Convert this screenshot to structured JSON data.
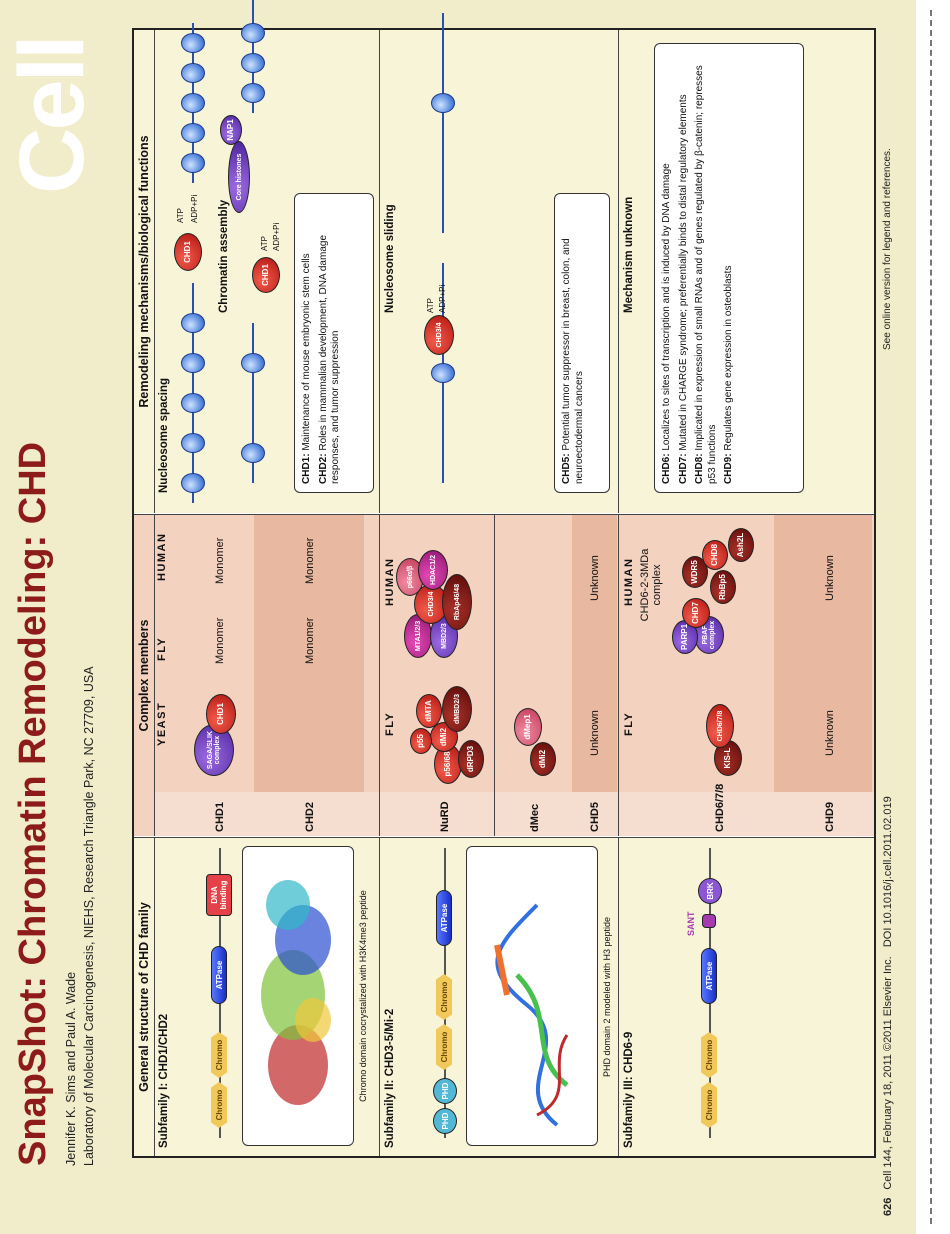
{
  "header": {
    "title": "SnapShot: Chromatin Remodeling: CHD",
    "authors": "Jennifer K. Sims and Paul A. Wade",
    "affiliation": "Laboratory of Molecular Carcinogenesis, NIEHS, Research Triangle Park, NC 27709, USA",
    "journal_logo": "Cell"
  },
  "footer": {
    "page": "626",
    "citation": "Cell 144, February 18, 2011 ©2011 Elsevier Inc.",
    "doi": "DOI 10.1016/j.cell.2011.02.019",
    "note": "See online version for legend and references."
  },
  "col1": {
    "header": "General structure of CHD family",
    "sub1": "Subfamily I: CHD1/CHD2",
    "sub2": "Subfamily II: CHD3-5/Mi-2",
    "sub3": "Subfamily III: CHD6-9",
    "caption1": "Chromo domain cocrystalized with H3K4me3 peptide",
    "caption2": "PHD domain 2 modeled with H3 peptide",
    "domains": {
      "chromo": "Chromo",
      "atpase": "ATPase",
      "dna": "DNA binding",
      "phd": "PHD",
      "brk": "BRK",
      "sant": "SANT"
    }
  },
  "col2": {
    "header": "Complex members",
    "cols1": [
      "YEAST",
      "FLY",
      "HUMAN"
    ],
    "cols2": [
      "FLY",
      "HUMAN"
    ],
    "cols3": [
      "FLY",
      "HUMAN"
    ],
    "rows": {
      "chd1": "CHD1",
      "chd2": "CHD2",
      "nurd": "NuRD",
      "dmec": "dMec",
      "chd5": "CHD5",
      "chd678": "CHD6/7/8",
      "chd9": "CHD9"
    },
    "monomer": "Monomer",
    "unknown": "Unknown",
    "complex": "CHD6-2-3MDa complex",
    "eggs": {
      "saga": "SAGA/SLIK complex",
      "chd1": "CHD1",
      "p5668": "p56/68",
      "drpd3": "dRPD3",
      "dmi2": "dMi2",
      "p55": "p55",
      "dmta": "dMTA",
      "dmbd": "dMBD2/3",
      "mta": "MTA1/2/3",
      "mbd": "MBD2/3",
      "chd34": "CHD3/4",
      "rbap": "RbAp46/48",
      "p66": "p66α/β",
      "hdac": "HDAC1/2",
      "dmep1": "dMep1",
      "kisl": "KIS-L",
      "chd678": "CHD6/7/8",
      "pbaf": "PBAF complex",
      "parp1": "PARP1",
      "chd7": "CHD7",
      "rbbp5": "RbBp5",
      "wdr5": "WDR5",
      "chd8": "CHD8",
      "ash2l": "Ash2L"
    }
  },
  "col3": {
    "header": "Remodeling mechanisms/biological functions",
    "spacing": "Nucleosome spacing",
    "assembly": "Chromatin assembly",
    "sliding": "Nucleosome sliding",
    "unknown": "Mechanism unknown",
    "atp": "ATP",
    "adp": "ADP+Pi",
    "core_histones": "Core histones",
    "nap1": "NAP1",
    "chd1": "CHD1",
    "chd34": "CHD3/4",
    "box1": [
      {
        "name": "CHD1:",
        "text": "Maintenance of mouse embryonic stem cells"
      },
      {
        "name": "CHD2:",
        "text": "Roles in mammalian development, DNA damage responses, and tumor suppression"
      }
    ],
    "box2": [
      {
        "name": "CHD5:",
        "text": "Potential tumor suppressor in breast, colon, and neuroectodermal cancers"
      }
    ],
    "box3": [
      {
        "name": "CHD6:",
        "text": "Localizes to sites of transcription and is induced by DNA damage"
      },
      {
        "name": "CHD7:",
        "text": "Mutated in CHARGE syndrome; preferentially binds to distal regulatory elements"
      },
      {
        "name": "CHD8:",
        "text": "Implicated in expression of small RNAs and of genes regulated by β-catenin; represses p53 functions"
      },
      {
        "name": "CHD9:",
        "text": "Regulates gene expression in osteoblasts"
      }
    ]
  }
}
